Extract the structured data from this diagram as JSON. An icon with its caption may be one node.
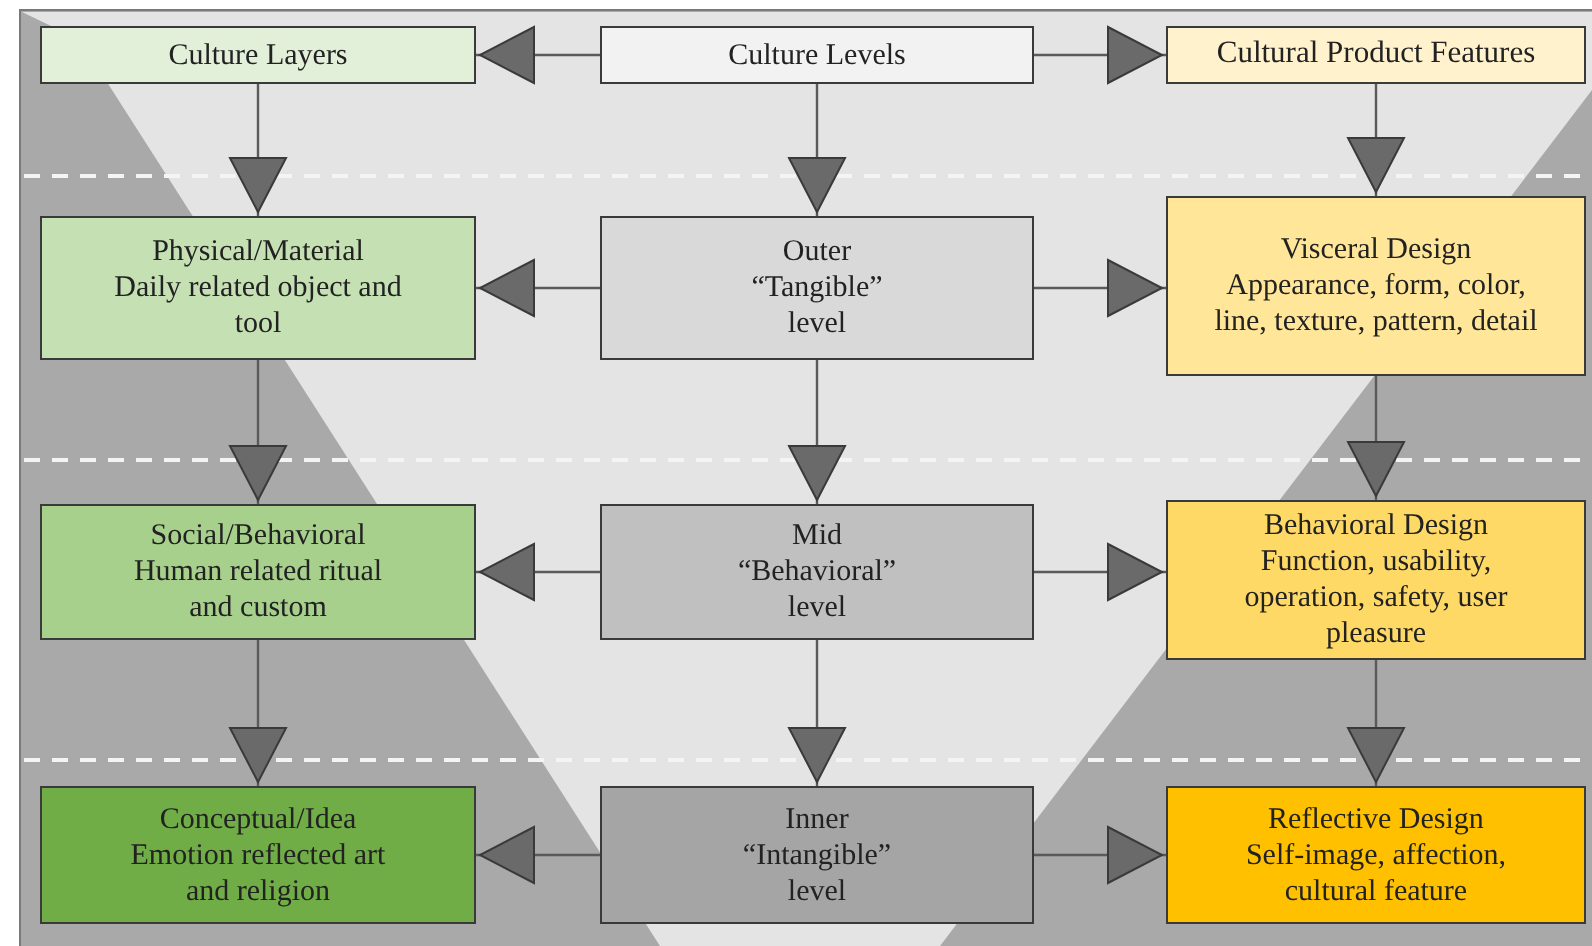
{
  "diagram": {
    "nodes": [
      {
        "text": [
          "Culture Layers"
        ]
      },
      {
        "text": [
          "Culture Levels"
        ]
      },
      {
        "text": [
          "Cultural Product Features"
        ]
      },
      {
        "text": [
          "Physical/Material",
          "Daily related object and tool"
        ]
      },
      {
        "text": [
          "Outer “Tangible” level"
        ]
      },
      {
        "text": [
          "Visceral Design",
          "Appearance, form, color, line, texture, pattern, detail"
        ]
      },
      {
        "text": [
          "Social/Behavioral",
          "Human related ritual and custom"
        ]
      },
      {
        "text": [
          "Mid “Behavioral” level"
        ]
      },
      {
        "text": [
          "Behavioral Design",
          "Function, usability, operation, safety, user pleasure"
        ]
      },
      {
        "text": [
          "Conceptual/Idea",
          "Emotion reflected art and religion"
        ]
      },
      {
        "text": [
          "Inner “Intangible” level"
        ]
      },
      {
        "text": [
          "Reflective Design",
          "Self-image, affection, cultural feature"
        ]
      }
    ],
    "edges": [
      {
        "from": 1,
        "to": 0,
        "arrow": "to"
      },
      {
        "from": 1,
        "to": 2,
        "arrow": "to"
      },
      {
        "from": 0,
        "to": 3,
        "arrow": "to"
      },
      {
        "from": 1,
        "to": 4,
        "arrow": "to"
      },
      {
        "from": 2,
        "to": 5,
        "arrow": "to"
      },
      {
        "from": 4,
        "to": 3,
        "arrow": "to"
      },
      {
        "from": 4,
        "to": 5,
        "arrow": "to"
      },
      {
        "from": 3,
        "to": 6,
        "arrow": "to"
      },
      {
        "from": 4,
        "to": 7,
        "arrow": "to"
      },
      {
        "from": 5,
        "to": 8,
        "arrow": "to"
      },
      {
        "from": 7,
        "to": 6,
        "arrow": "to"
      },
      {
        "from": 7,
        "to": 8,
        "arrow": "to"
      },
      {
        "from": 6,
        "to": 9,
        "arrow": "to"
      },
      {
        "from": 7,
        "to": 10,
        "arrow": "to"
      },
      {
        "from": 8,
        "to": 11,
        "arrow": "to"
      },
      {
        "from": 10,
        "to": 9,
        "arrow": "to"
      },
      {
        "from": 10,
        "to": 11,
        "arrow": "to"
      }
    ]
  }
}
